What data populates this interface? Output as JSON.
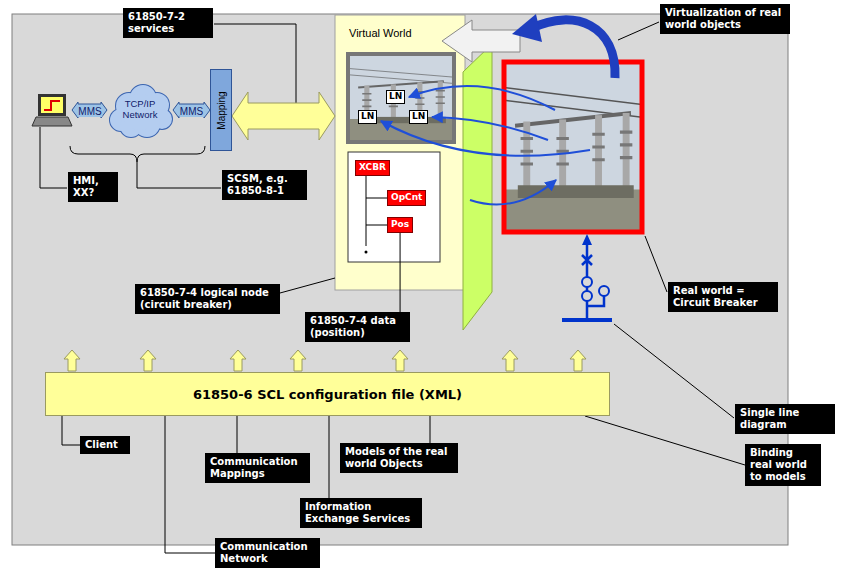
{
  "diagram": {
    "nodes": [
      {
        "text": [
          "61850-7-2 services"
        ]
      },
      {
        "text": [
          "Virtualization of real world objects"
        ]
      },
      {
        "text": [
          "Virtual World"
        ]
      },
      {
        "text": [
          "LN"
        ],
        "in": 2
      },
      {
        "text": [
          "LN"
        ],
        "in": 2
      },
      {
        "text": [
          "LN"
        ],
        "in": 2
      },
      {
        "text": [
          "XCBR"
        ],
        "in": 2
      },
      {
        "text": [
          "OpCnt"
        ],
        "in": 2
      },
      {
        "text": [
          "Pos"
        ],
        "in": 2
      },
      {
        "text": [
          "TCP/IP Network"
        ]
      },
      {
        "text": [
          "Mapping"
        ]
      },
      {
        "text": [
          "HMI, XX?"
        ]
      },
      {
        "text": [
          "SCSM, e.g. 61850-8-1"
        ]
      },
      {
        "text": [
          "Real world = Circuit Breaker"
        ]
      },
      {
        "text": [
          "61850-7-4 logical node (circuit breaker)"
        ]
      },
      {
        "text": [
          "61850-7-4 data (position)"
        ]
      },
      {
        "text": [
          "61850-6 SCL configuration file (XML)"
        ]
      },
      {
        "text": [
          "Single line diagram"
        ]
      },
      {
        "text": [
          "Client"
        ]
      },
      {
        "text": [
          "Binding real world to models"
        ]
      },
      {
        "text": [
          "Models of the real world Objects"
        ]
      },
      {
        "text": [
          "Communication Mappings"
        ]
      },
      {
        "text": [
          "Information Exchange Services"
        ]
      },
      {
        "text": [
          "Communication Network"
        ]
      }
    ],
    "edges": [
      {
        "from": 9,
        "to": 10,
        "label": "MMS",
        "arrow": "both"
      },
      {
        "from": 10,
        "to": 2,
        "arrow": "both"
      },
      {
        "from": 14,
        "to": 2,
        "arrow": "none"
      },
      {
        "from": 15,
        "to": 8,
        "arrow": "none"
      },
      {
        "from": 18,
        "to": 16,
        "arrow": "none"
      },
      {
        "from": 21,
        "to": 16,
        "arrow": "none"
      },
      {
        "from": 20,
        "to": 16,
        "arrow": "none"
      },
      {
        "from": 22,
        "to": 16,
        "arrow": "none"
      },
      {
        "from": 23,
        "to": 16,
        "arrow": "none"
      },
      {
        "from": 19,
        "to": 16,
        "arrow": "none"
      }
    ],
    "labels": [
      "MMS"
    ]
  }
}
